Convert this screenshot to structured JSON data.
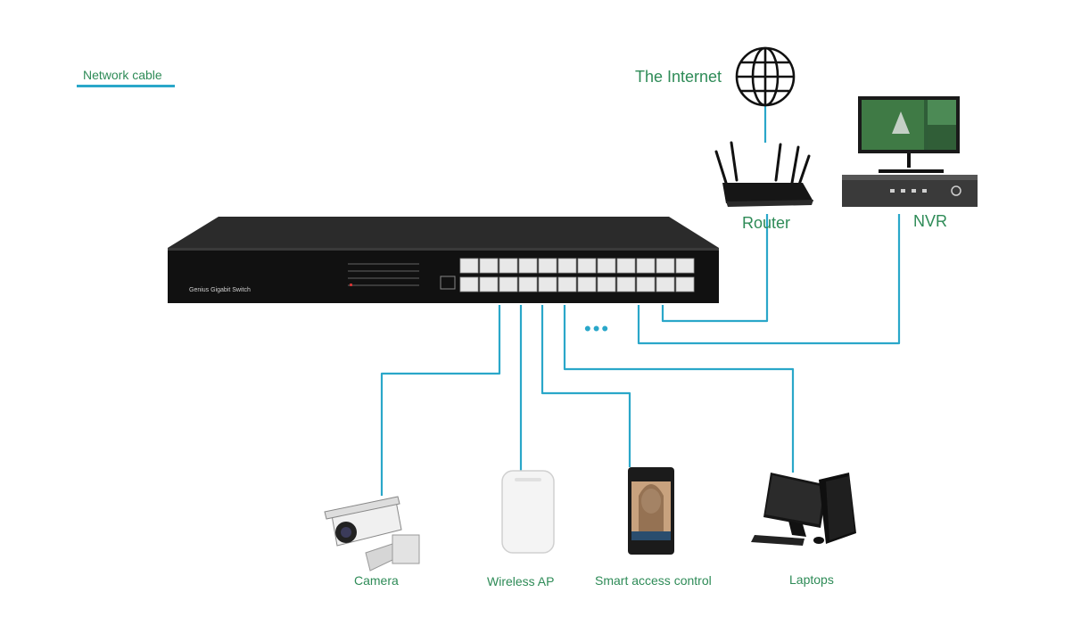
{
  "legend": {
    "label": "Network cable",
    "line_color": "#2aa7c9"
  },
  "colors": {
    "cable": "#2aa7c9",
    "label_text": "#2e8b57",
    "device_dark": "#1a1a1a"
  },
  "nodes": {
    "internet": {
      "label": "The Internet",
      "icon": "globe-icon"
    },
    "router": {
      "label": "Router",
      "icon": "router-icon"
    },
    "nvr": {
      "label": "NVR",
      "icon": "nvr-icon"
    },
    "switch": {
      "label": "Genius Gigabit Switch",
      "icon": "switch-icon"
    },
    "camera": {
      "label": "Camera",
      "icon": "camera-icon"
    },
    "wireless_ap": {
      "label": "Wireless AP",
      "icon": "access-point-icon"
    },
    "access_control": {
      "label": "Smart access control",
      "icon": "face-terminal-icon"
    },
    "laptops": {
      "label": "Laptops",
      "icon": "desktop-computer-icon"
    }
  },
  "more_indicator": "•••"
}
